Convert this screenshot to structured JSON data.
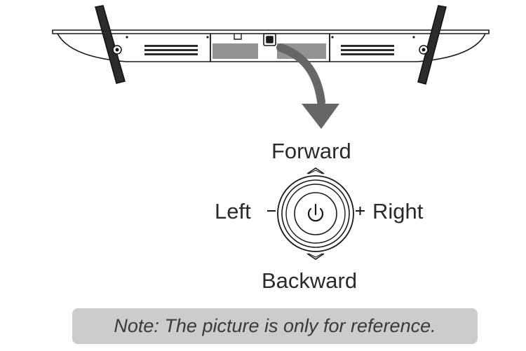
{
  "joystick": {
    "forward_label": "Forward",
    "backward_label": "Backward",
    "left_label": "Left",
    "right_label": "Right"
  },
  "note": {
    "text": "Note: The picture is only for reference."
  },
  "icons": {
    "power": "power-icon",
    "plus": "plus-icon",
    "minus": "minus-icon",
    "arrow": "curved-arrow-icon"
  },
  "colors": {
    "line": "#1a1a1a",
    "arrow": "#666666",
    "note_bg": "#cccccc"
  }
}
